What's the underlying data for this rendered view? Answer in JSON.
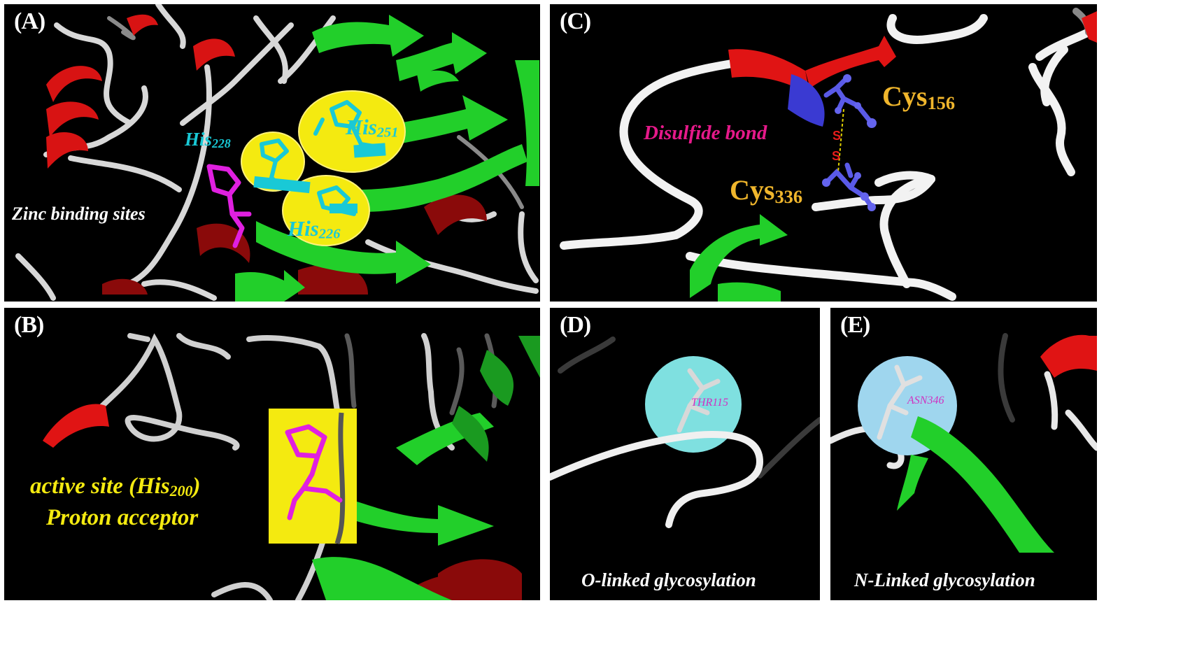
{
  "panels": {
    "a": {
      "label": "(A)",
      "caption": "Zinc binding sites",
      "residues": [
        {
          "name": "His",
          "num": "228"
        },
        {
          "name": "His",
          "num": "251"
        },
        {
          "name": "His",
          "num": "226"
        }
      ]
    },
    "b": {
      "label": "(B)",
      "line1_pre": "active site (His",
      "line1_num": "200",
      "line1_post": ")",
      "line2": "Proton acceptor"
    },
    "c": {
      "label": "(C)",
      "caption": "Disulfide bond",
      "bond_atoms": [
        "S",
        "S"
      ],
      "cys_top": {
        "name": "Cys",
        "num": "156"
      },
      "cys_bottom": {
        "name": "Cys",
        "num": "336"
      }
    },
    "d": {
      "label": "(D)",
      "residue": "THR115",
      "caption": "O-linked glycosylation"
    },
    "e": {
      "label": "(E)",
      "residue": "ASN346",
      "caption": "N-Linked glycosylation"
    }
  },
  "colors": {
    "helix": "#e01414",
    "strand": "#22d42a",
    "coil": "#e6e6e6",
    "histidine": "#19c9d6",
    "active_site": "#e020e0",
    "highlight_yellow": "#f2e600",
    "cysteine": "#5a5ae8",
    "gly_circle": "#86d8e8"
  }
}
